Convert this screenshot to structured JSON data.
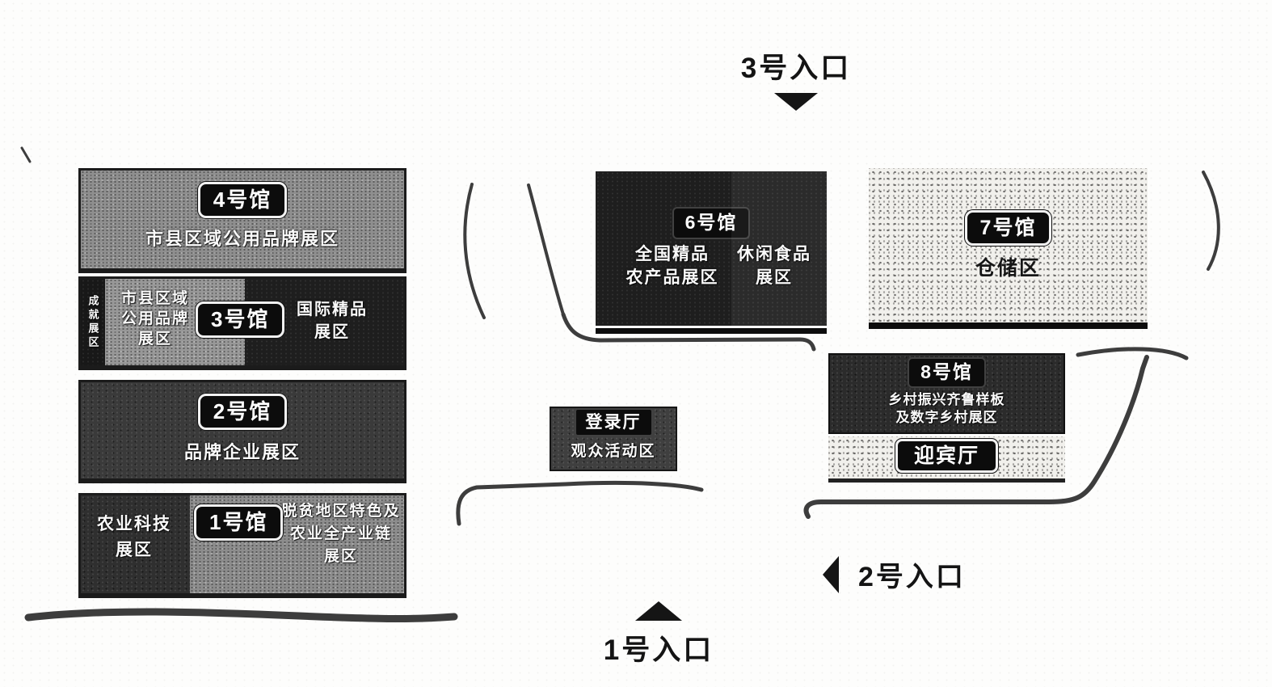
{
  "map": {
    "entrances": {
      "e1": {
        "label": "1号入口"
      },
      "e2": {
        "label": "2号入口"
      },
      "e3": {
        "label": "3号入口"
      }
    },
    "halls": {
      "h1": {
        "label": "1号馆",
        "left_zone": "农业科技\n展区",
        "right_zone": "脱贫地区特色及\n农业全产业链\n展区"
      },
      "h2": {
        "label": "2号馆",
        "zone": "品牌企业展区"
      },
      "h3": {
        "label": "3号馆",
        "side_zone": "成就展区",
        "mid_zone": "市县区域\n公用品牌\n展区",
        "right_zone": "国际精品\n展区"
      },
      "h4": {
        "label": "4号馆",
        "zone": "市县区域公用品牌展区"
      },
      "h6": {
        "label": "6号馆",
        "left_zone": "全国精品\n农产品展区",
        "right_zone": "休闲食品\n展区"
      },
      "h7": {
        "label": "7号馆",
        "zone": "仓储区"
      },
      "h8": {
        "label": "8号馆",
        "zone": "乡村振兴齐鲁样板\n及数字乡村展区"
      },
      "reception_hall": {
        "label": "迎宾厅"
      },
      "registration_hall": {
        "label": "登录厅",
        "zone": "观众活动区"
      }
    },
    "colors": {
      "ink": "#1c1c1c",
      "gray_hall": "#8f8f8f",
      "dark_hall": "#2e2e2e",
      "black_hall": "#1e1e1e",
      "light_hall": "#f1f0ec",
      "paper": "#fdfdfc"
    }
  }
}
